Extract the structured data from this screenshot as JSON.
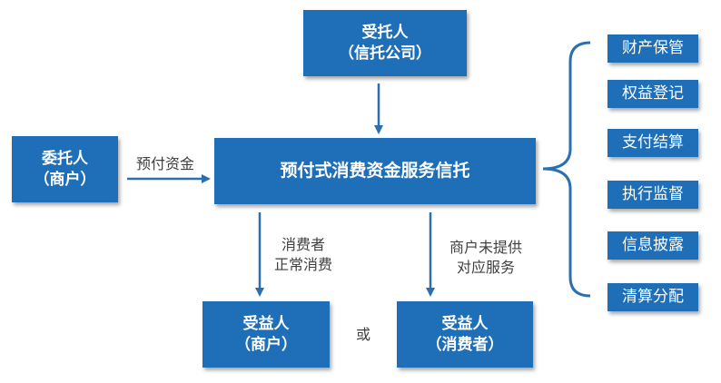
{
  "colors": {
    "box_fill": "#1f6fb8",
    "box_text": "#ffffff",
    "arrow": "#2a6fb0",
    "label_text": "#404040"
  },
  "trustee": {
    "line1": "受托人",
    "line2": "（信托公司）"
  },
  "settlor": {
    "line1": "委托人",
    "line2": "（商户）"
  },
  "service": {
    "title": "预付式消费资金服务信托"
  },
  "beneficiary_merchant": {
    "line1": "受益人",
    "line2": "（商户）"
  },
  "beneficiary_consumer": {
    "line1": "受益人",
    "line2": "（消费者）"
  },
  "labels": {
    "prepaid_funds": "预付资金",
    "normal_consumption_line1": "消费者",
    "normal_consumption_line2": "正常消费",
    "no_service_line1": "商户未提供",
    "no_service_line2": "对应服务",
    "or": "或"
  },
  "functions": [
    "财产保管",
    "权益登记",
    "支付结算",
    "执行监督",
    "信息披露",
    "清算分配"
  ]
}
